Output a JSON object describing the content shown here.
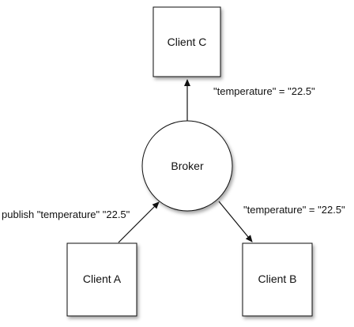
{
  "nodes": {
    "client_c": {
      "label": "Client C"
    },
    "broker": {
      "label": "Broker"
    },
    "client_a": {
      "label": "Client A"
    },
    "client_b": {
      "label": "Client B"
    }
  },
  "edges": {
    "a_to_broker": {
      "label": "publish \"temperature\" \"22.5\""
    },
    "broker_to_c": {
      "label": "\"temperature\" = \"22.5\""
    },
    "broker_to_b": {
      "label": "\"temperature\" = \"22.5\""
    }
  },
  "colors": {
    "stroke": "#111111",
    "fill": "#ffffff",
    "text": "#111111"
  }
}
